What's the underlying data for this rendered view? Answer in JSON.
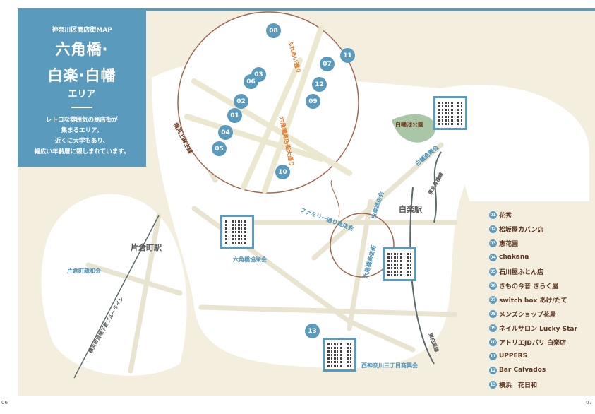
{
  "title": {
    "series": "神奈川区商店街MAP",
    "line1": "六角橋·",
    "line2": "白楽·白幡",
    "area": "エリア",
    "desc": [
      "レトロな雰囲気の商店街が",
      "集まるエリア。",
      "近くに大学もあり、",
      "幅広い年齢層に親しまれています。"
    ]
  },
  "map_labels": {
    "fureai": "ふれあい通り",
    "rokkakubashi_odori": "六角橋商店街大通り",
    "yokohama_kamiasao": "横浜上麻生線",
    "hakuraku_station": "白楽駅",
    "katakuracho_station": "片倉町駅",
    "katakura_shinwa": "片倉町親和会",
    "blue_line": "横浜市営地下鉄ブルーライン",
    "hakuba_park": "白幡池公園",
    "hakuba_shokokai": "白幡商興会",
    "toyoko_line": "東急東横線",
    "hakuraku_shotenkai": "白楽商店会",
    "family_dori": "ファミリー通り商店会",
    "rokkakubashi_kyoei": "六角橋協栄会",
    "rokkakubashi_shotengai": "六角橋商店街",
    "nishikanagawa": "西神奈川三丁目商興会",
    "tokaido": "東白楽線"
  },
  "pins": [
    "08",
    "11",
    "07",
    "03",
    "12",
    "06",
    "09",
    "02",
    "01",
    "04",
    "05",
    "10",
    "13"
  ],
  "legend": [
    {
      "n": "01",
      "name": "花秀"
    },
    {
      "n": "02",
      "name": "松坂屋カバン店"
    },
    {
      "n": "03",
      "name": "恵花園"
    },
    {
      "n": "04",
      "name": "chakana"
    },
    {
      "n": "05",
      "name": "石川屋ふとん店"
    },
    {
      "n": "06",
      "name": "きもの今昔 きらく屋"
    },
    {
      "n": "07",
      "name": "switch box あけ/たて"
    },
    {
      "n": "08",
      "name": "メンズショップ花屋"
    },
    {
      "n": "09",
      "name": "ネイルサロン Lucky Star"
    },
    {
      "n": "10",
      "name": "アトリエJDバリ 白楽店"
    },
    {
      "n": "11",
      "name": "UPPERS"
    },
    {
      "n": "12",
      "name": "Bar Calvados"
    },
    {
      "n": "13",
      "name": "横浜　花日和"
    }
  ],
  "pages": {
    "left": "06",
    "right": "07"
  },
  "colors": {
    "accent": "#5a9bbd",
    "background": "#f3eedd",
    "orange": "#e07a2c"
  }
}
